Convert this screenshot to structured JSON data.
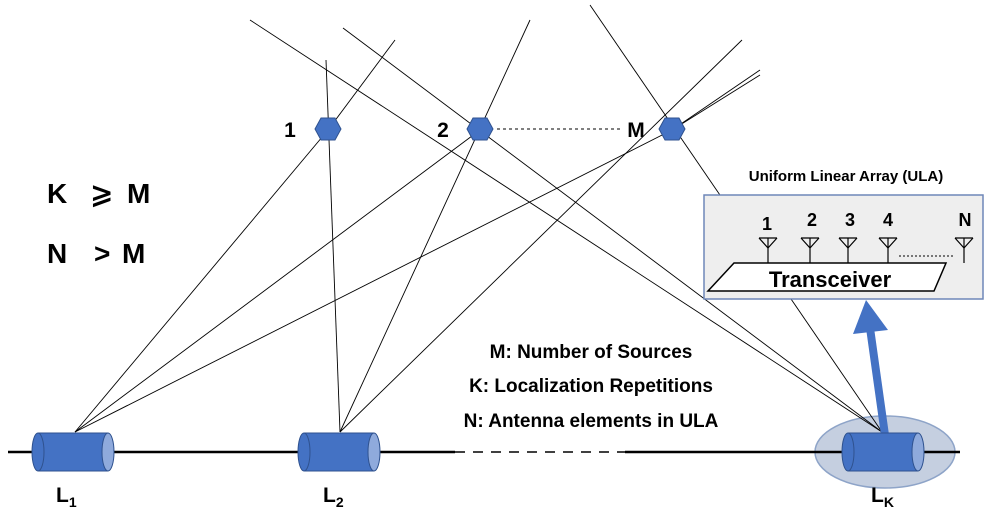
{
  "sources": [
    {
      "label": "1"
    },
    {
      "label": "2"
    },
    {
      "label": "M"
    }
  ],
  "conditions": [
    {
      "left": "K",
      "op": "⩾",
      "right": "M"
    },
    {
      "left": "N",
      "op": ">",
      "right": "M"
    }
  ],
  "ula": {
    "title": "Uniform Linear Array (ULA)",
    "elements": [
      "1",
      "2",
      "3",
      "4",
      "N"
    ],
    "transceiver_label": "Transceiver"
  },
  "legend": [
    "M: Number of Sources",
    "K: Localization Repetitions",
    "N: Antenna elements in ULA"
  ],
  "locations": [
    {
      "main": "L",
      "sub": "1"
    },
    {
      "main": "L",
      "sub": "2"
    },
    {
      "main": "L",
      "sub": "K"
    }
  ],
  "colors": {
    "node_fill": "#4472c4",
    "node_stroke": "#2f528f",
    "cylinder_cap": "#8faadc",
    "ula_box_fill": "#eeeeee",
    "ula_box_stroke": "#6f87b8",
    "highlight_ellipse": "#c5cfe0",
    "arrow": "#4472c4"
  }
}
